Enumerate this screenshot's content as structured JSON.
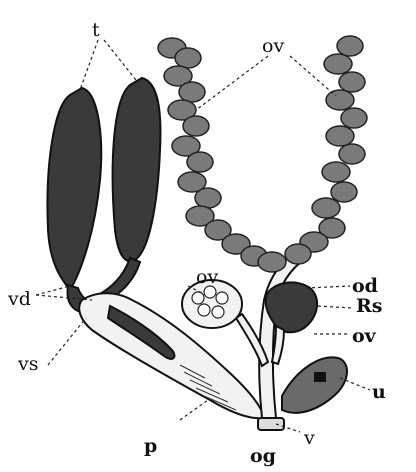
{
  "labels": {
    "t": "t",
    "ov_top": "ov",
    "od": "od",
    "vd": "vd",
    "ov_mid": "ov",
    "rs": "Rs",
    "ov_right": "ov",
    "vs": "vs",
    "u": "u",
    "p": "p",
    "og": "og",
    "v": "v"
  },
  "colors": {
    "ink": "#111111",
    "organ_dark": "#3a3a3a",
    "lobe": "#7a7a7a",
    "background": "#ffffff"
  }
}
